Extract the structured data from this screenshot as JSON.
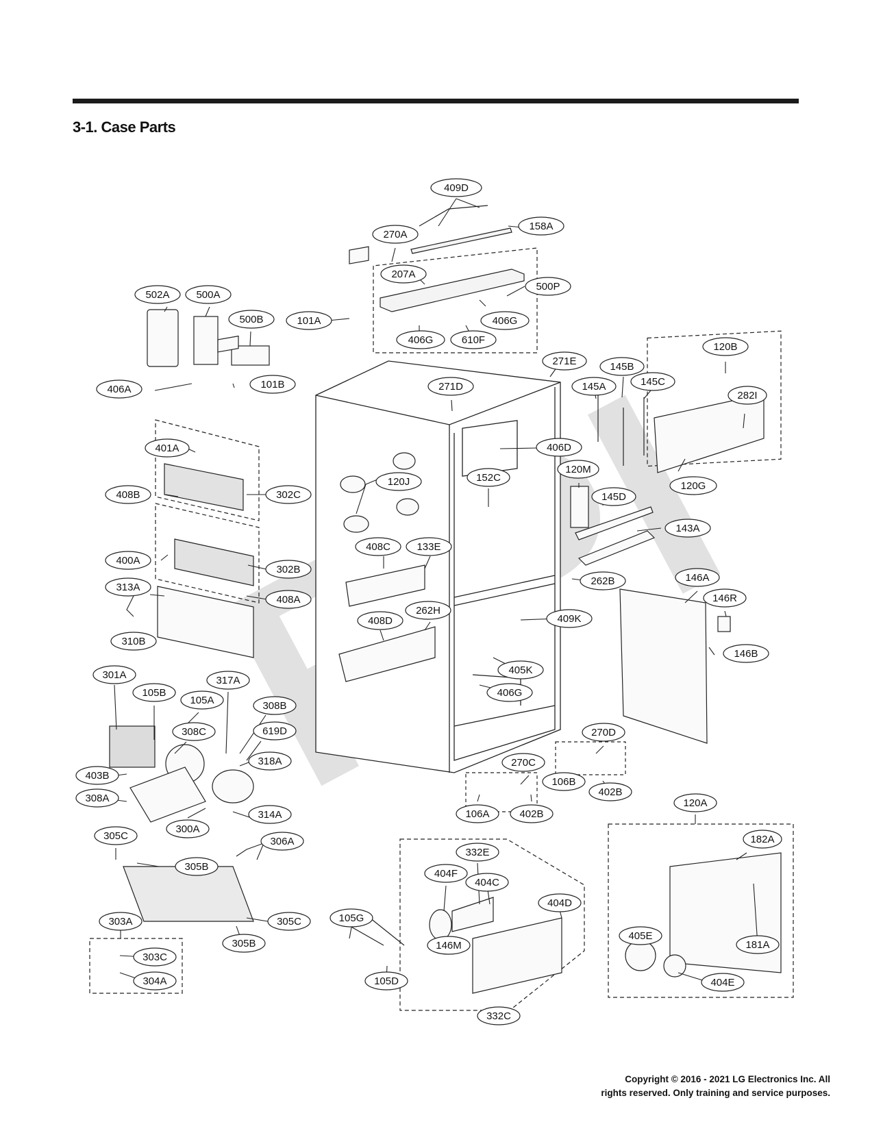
{
  "heading": "3-1. Case Parts",
  "watermark": "RPI",
  "copyright": {
    "line1": "Copyright © 2016 - 2021 LG Electronics Inc. All",
    "line2": "rights reserved. Only training and service purposes."
  },
  "callouts": [
    {
      "id": "c-409D",
      "label": "409D"
    },
    {
      "id": "c-158A",
      "label": "158A"
    },
    {
      "id": "c-270A",
      "label": "270A"
    },
    {
      "id": "c-207A",
      "label": "207A"
    },
    {
      "id": "c-500P",
      "label": "500P"
    },
    {
      "id": "c-406G-top",
      "label": "406G"
    },
    {
      "id": "c-101A",
      "label": "101A"
    },
    {
      "id": "c-406G-left",
      "label": "406G"
    },
    {
      "id": "c-610F",
      "label": "610F"
    },
    {
      "id": "c-502A",
      "label": "502A"
    },
    {
      "id": "c-500A",
      "label": "500A"
    },
    {
      "id": "c-500B",
      "label": "500B"
    },
    {
      "id": "c-101B",
      "label": "101B"
    },
    {
      "id": "c-406A",
      "label": "406A"
    },
    {
      "id": "c-271E",
      "label": "271E"
    },
    {
      "id": "c-145B",
      "label": "145B"
    },
    {
      "id": "c-120B",
      "label": "120B"
    },
    {
      "id": "c-271D",
      "label": "271D"
    },
    {
      "id": "c-145A",
      "label": "145A"
    },
    {
      "id": "c-145C",
      "label": "145C"
    },
    {
      "id": "c-282I",
      "label": "282I"
    },
    {
      "id": "c-401A",
      "label": "401A"
    },
    {
      "id": "c-406D",
      "label": "406D"
    },
    {
      "id": "c-120M",
      "label": "120M"
    },
    {
      "id": "c-120J",
      "label": "120J"
    },
    {
      "id": "c-152C",
      "label": "152C"
    },
    {
      "id": "c-120G",
      "label": "120G"
    },
    {
      "id": "c-408B",
      "label": "408B"
    },
    {
      "id": "c-302C",
      "label": "302C"
    },
    {
      "id": "c-145D",
      "label": "145D"
    },
    {
      "id": "c-143A",
      "label": "143A"
    },
    {
      "id": "c-408C",
      "label": "408C"
    },
    {
      "id": "c-133E",
      "label": "133E"
    },
    {
      "id": "c-400A",
      "label": "400A"
    },
    {
      "id": "c-302B",
      "label": "302B"
    },
    {
      "id": "c-313A",
      "label": "313A"
    },
    {
      "id": "c-262B",
      "label": "262B"
    },
    {
      "id": "c-146A",
      "label": "146A"
    },
    {
      "id": "c-408A",
      "label": "408A"
    },
    {
      "id": "c-146R",
      "label": "146R"
    },
    {
      "id": "c-408D",
      "label": "408D"
    },
    {
      "id": "c-262H",
      "label": "262H"
    },
    {
      "id": "c-409K",
      "label": "409K"
    },
    {
      "id": "c-310B",
      "label": "310B"
    },
    {
      "id": "c-146B",
      "label": "146B"
    },
    {
      "id": "c-405K",
      "label": "405K"
    },
    {
      "id": "c-301A",
      "label": "301A"
    },
    {
      "id": "c-317A",
      "label": "317A"
    },
    {
      "id": "c-105B",
      "label": "105B"
    },
    {
      "id": "c-105A",
      "label": "105A"
    },
    {
      "id": "c-406G-mid",
      "label": "406G"
    },
    {
      "id": "c-308B",
      "label": "308B"
    },
    {
      "id": "c-308C",
      "label": "308C"
    },
    {
      "id": "c-619D",
      "label": "619D"
    },
    {
      "id": "c-270D",
      "label": "270D"
    },
    {
      "id": "c-318A",
      "label": "318A"
    },
    {
      "id": "c-270C",
      "label": "270C"
    },
    {
      "id": "c-403B",
      "label": "403B"
    },
    {
      "id": "c-106B",
      "label": "106B"
    },
    {
      "id": "c-308A",
      "label": "308A"
    },
    {
      "id": "c-402B-right",
      "label": "402B"
    },
    {
      "id": "c-300A",
      "label": "300A"
    },
    {
      "id": "c-314A",
      "label": "314A"
    },
    {
      "id": "c-106A",
      "label": "106A"
    },
    {
      "id": "c-402B-left",
      "label": "402B"
    },
    {
      "id": "c-120A",
      "label": "120A"
    },
    {
      "id": "c-305C-top",
      "label": "305C"
    },
    {
      "id": "c-306A",
      "label": "306A"
    },
    {
      "id": "c-182A",
      "label": "182A"
    },
    {
      "id": "c-332E",
      "label": "332E"
    },
    {
      "id": "c-305B-top",
      "label": "305B"
    },
    {
      "id": "c-404F",
      "label": "404F"
    },
    {
      "id": "c-404C",
      "label": "404C"
    },
    {
      "id": "c-404D",
      "label": "404D"
    },
    {
      "id": "c-105G",
      "label": "105G"
    },
    {
      "id": "c-303A",
      "label": "303A"
    },
    {
      "id": "c-305C-bottom",
      "label": "305C"
    },
    {
      "id": "c-305B-bottom",
      "label": "305B"
    },
    {
      "id": "c-146M",
      "label": "146M"
    },
    {
      "id": "c-405E",
      "label": "405E"
    },
    {
      "id": "c-181A",
      "label": "181A"
    },
    {
      "id": "c-303C",
      "label": "303C"
    },
    {
      "id": "c-304A",
      "label": "304A"
    },
    {
      "id": "c-105D",
      "label": "105D"
    },
    {
      "id": "c-404E",
      "label": "404E"
    },
    {
      "id": "c-332C",
      "label": "332C"
    }
  ]
}
